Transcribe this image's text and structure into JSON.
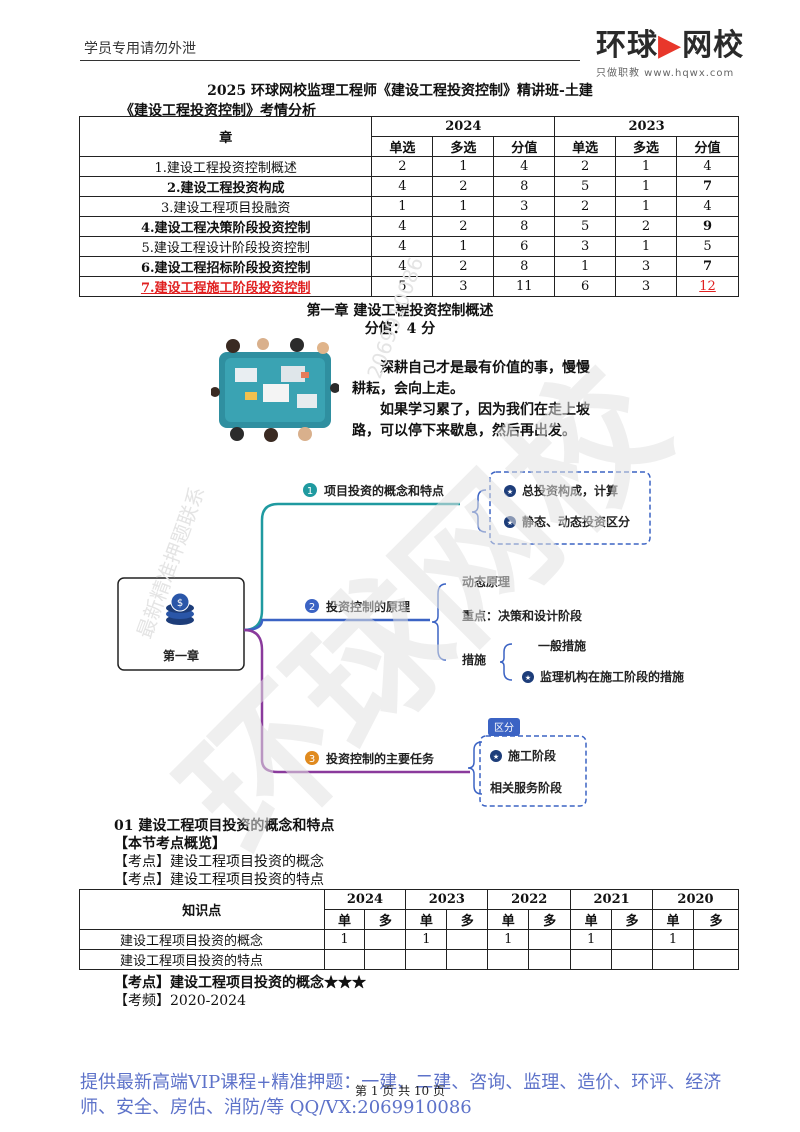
{
  "header": {
    "left_text": "学员专用请勿外泄",
    "logo_main_a": "环球",
    "logo_main_b": "网校",
    "logo_sub": "只做职教  www.hqwx.com"
  },
  "doc_title": "2025 环球网校监理工程师《建设工程投资控制》精讲班-土建",
  "analysis_title": "《建设工程投资控制》考情分析",
  "table1": {
    "col_chapter": "章",
    "year_a": "2024",
    "year_b": "2023",
    "sub_cols": [
      "单选",
      "多选",
      "分值",
      "单选",
      "多选",
      "分值"
    ],
    "rows": [
      {
        "name": "1.建设工程投资控制概述",
        "v": [
          "2",
          "1",
          "4",
          "2",
          "1",
          "4"
        ]
      },
      {
        "name": "2.建设工程投资构成",
        "v": [
          "4",
          "2",
          "8",
          "5",
          "1",
          "7"
        ]
      },
      {
        "name": "3.建设工程项目投融资",
        "v": [
          "1",
          "1",
          "3",
          "2",
          "1",
          "4"
        ]
      },
      {
        "name": "4.建设工程决策阶段投资控制",
        "v": [
          "4",
          "2",
          "8",
          "5",
          "2",
          "9"
        ]
      },
      {
        "name": "5.建设工程设计阶段投资控制",
        "v": [
          "4",
          "1",
          "6",
          "3",
          "1",
          "5"
        ]
      },
      {
        "name": "6.建设工程招标阶段投资控制",
        "v": [
          "4",
          "2",
          "8",
          "1",
          "3",
          "7"
        ]
      },
      {
        "name": "7.建设工程施工阶段投资控制",
        "v": [
          "5",
          "3",
          "11",
          "6",
          "3",
          "12"
        ]
      }
    ]
  },
  "chapter_title": "第一章  建设工程投资控制概述",
  "chapter_score": "分值：4 分",
  "quote": {
    "line1": "深耕自己才是最有价值的事，慢慢耕耘，会向上走。",
    "line2": "如果学习累了，因为我们在走上坡路，可以停下来歇息，然后再出发。"
  },
  "mindmap": {
    "root": "第一章",
    "b1": {
      "num": "1",
      "label": "项目投资的概念和特点",
      "items": [
        "总投资构成，计算",
        "静态、动态投资区分"
      ]
    },
    "b2": {
      "num": "2",
      "label": "投资控制的原理",
      "items": [
        "动态原理",
        "重点：决策和设计阶段"
      ],
      "sub_label": "措施",
      "sub_items": [
        "一般措施",
        "监理机构在施工阶段的措施"
      ]
    },
    "b3": {
      "num": "3",
      "label": "投资控制的主要任务",
      "tag": "区分",
      "items": [
        "施工阶段",
        "相关服务阶段"
      ]
    }
  },
  "section01": "01  建设工程项目投资的概念和特点",
  "overview": "【本节考点概览】",
  "kp_a": "【考点】建设工程项目投资的概念",
  "kp_b": "【考点】建设工程项目投资的特点",
  "table2": {
    "col_name": "知识点",
    "years": [
      "2024",
      "2023",
      "2022",
      "2021",
      "2020"
    ],
    "single": "单",
    "multi": "多",
    "rows": [
      {
        "name": "建设工程项目投资的概念",
        "v": [
          "1",
          "",
          "1",
          "",
          "1",
          "",
          "1",
          "",
          "1",
          ""
        ]
      },
      {
        "name": "建设工程项目投资的特点",
        "v": [
          "",
          "",
          "",
          "",
          "",
          "",
          "",
          "",
          "",
          ""
        ]
      }
    ]
  },
  "kp_c": "【考点】建设工程项目投资的概念★★★",
  "frequency": "【考频】2020-2024",
  "promo": "提供最新高端VIP课程+精准押题：一建、二建、咨询、监理、造价、环评、经济师、安全、房估、消防/等   QQ/VX:2069910086",
  "page_no": "第 1 页 共 10 页",
  "watermark": {
    "big": "环球网校",
    "small_a": "最新精准押题联系",
    "small_b": "2069910086"
  },
  "colors": {
    "teal": "#1f9aa0",
    "blue": "#3b63c4",
    "purple": "#8a3a9c",
    "red": "#e02020",
    "promo": "#5d72c9"
  }
}
